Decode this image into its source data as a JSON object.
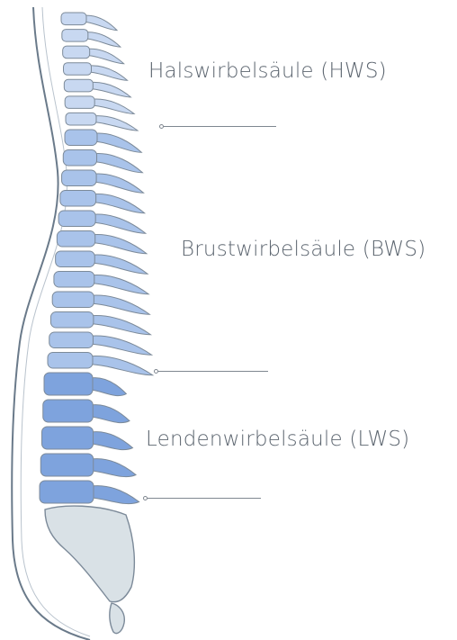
{
  "regions": [
    {
      "id": "hws",
      "label": "Halswirbelsäule (HWS)"
    },
    {
      "id": "bws",
      "label": "Brustwirbelsäule (BWS)"
    },
    {
      "id": "lws",
      "label": "Lendenwirbelsäule (LWS)"
    }
  ],
  "counts": {
    "cervical": 7,
    "thoracic": 12,
    "lumbar": 5
  },
  "colors": {
    "text": "#5d6670",
    "leader": "#7f8790",
    "cervical": "#c8d8f1",
    "thoracic": "#a9c3ea",
    "lumbar": "#7ea3dd",
    "sacrum": "#d9e1e6",
    "outline": "#7c8a99",
    "body_outline": "#6a7a8a"
  }
}
